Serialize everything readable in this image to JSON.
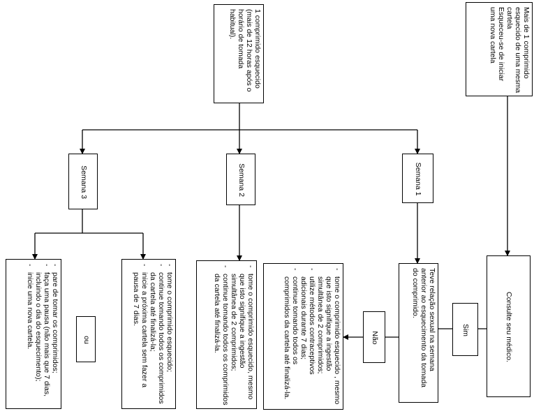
{
  "boxes": {
    "top_right": {
      "line1": "Mais de 1 comprimido",
      "line2": "esquecido de uma mesma",
      "line3": "cartela",
      "line4": "Esqueceu-se de iniciar",
      "line5": "uma nova cartela"
    },
    "top_center": {
      "line1": "1 comprimido esquecido",
      "line2": "(mais de 12 horas após o",
      "line3": "horário de tomada",
      "line4": "habitual)."
    },
    "consult": {
      "text": "Consulte seu médico."
    },
    "semana1": {
      "label": "Semana 1"
    },
    "semana2": {
      "label": "Semana 2"
    },
    "semana3": {
      "label": "Semana 3"
    },
    "question": {
      "line1": "Teve relação sexual na semana",
      "line2": "anterior ao esquecimento da tomada",
      "line3": "do comprimido."
    },
    "sim": {
      "label": "Sim"
    },
    "nao": {
      "label": "Não"
    },
    "ou": {
      "label": "ou"
    },
    "nao_actions": {
      "items": [
        "tome o comprimido esquecido , mesmo que isto signifique a ingestão simultânea de 2 comprimidos;",
        "utilize métodos contraceptivos adicionais durante 7 dias;",
        "continue tomando todos os comprimidos da cartela até finalizá-la."
      ]
    },
    "semana2_actions": {
      "items": [
        "tome o comprimido esquecido, mesmo que isto signifique a ingestão simultânea de 2 comprimidos;",
        "continue tomando todos os comprimidos da cartela até finalizá-la."
      ]
    },
    "semana3_option_a": {
      "items": [
        "tome o comprimido esquecido;",
        "continue tomando todos os comprimidos da cartela até finalizá-la;",
        "inicie a próxima cartela sem fazer a pausa de 7 dias."
      ]
    },
    "semana3_option_b": {
      "items": [
        "pare de tomar os comprimidos;",
        "faça uma pausa (não mais que 7 dias, incluindo o dia do esquecimento);",
        "inicie uma nova cartela."
      ]
    }
  },
  "bullet_char": "-"
}
